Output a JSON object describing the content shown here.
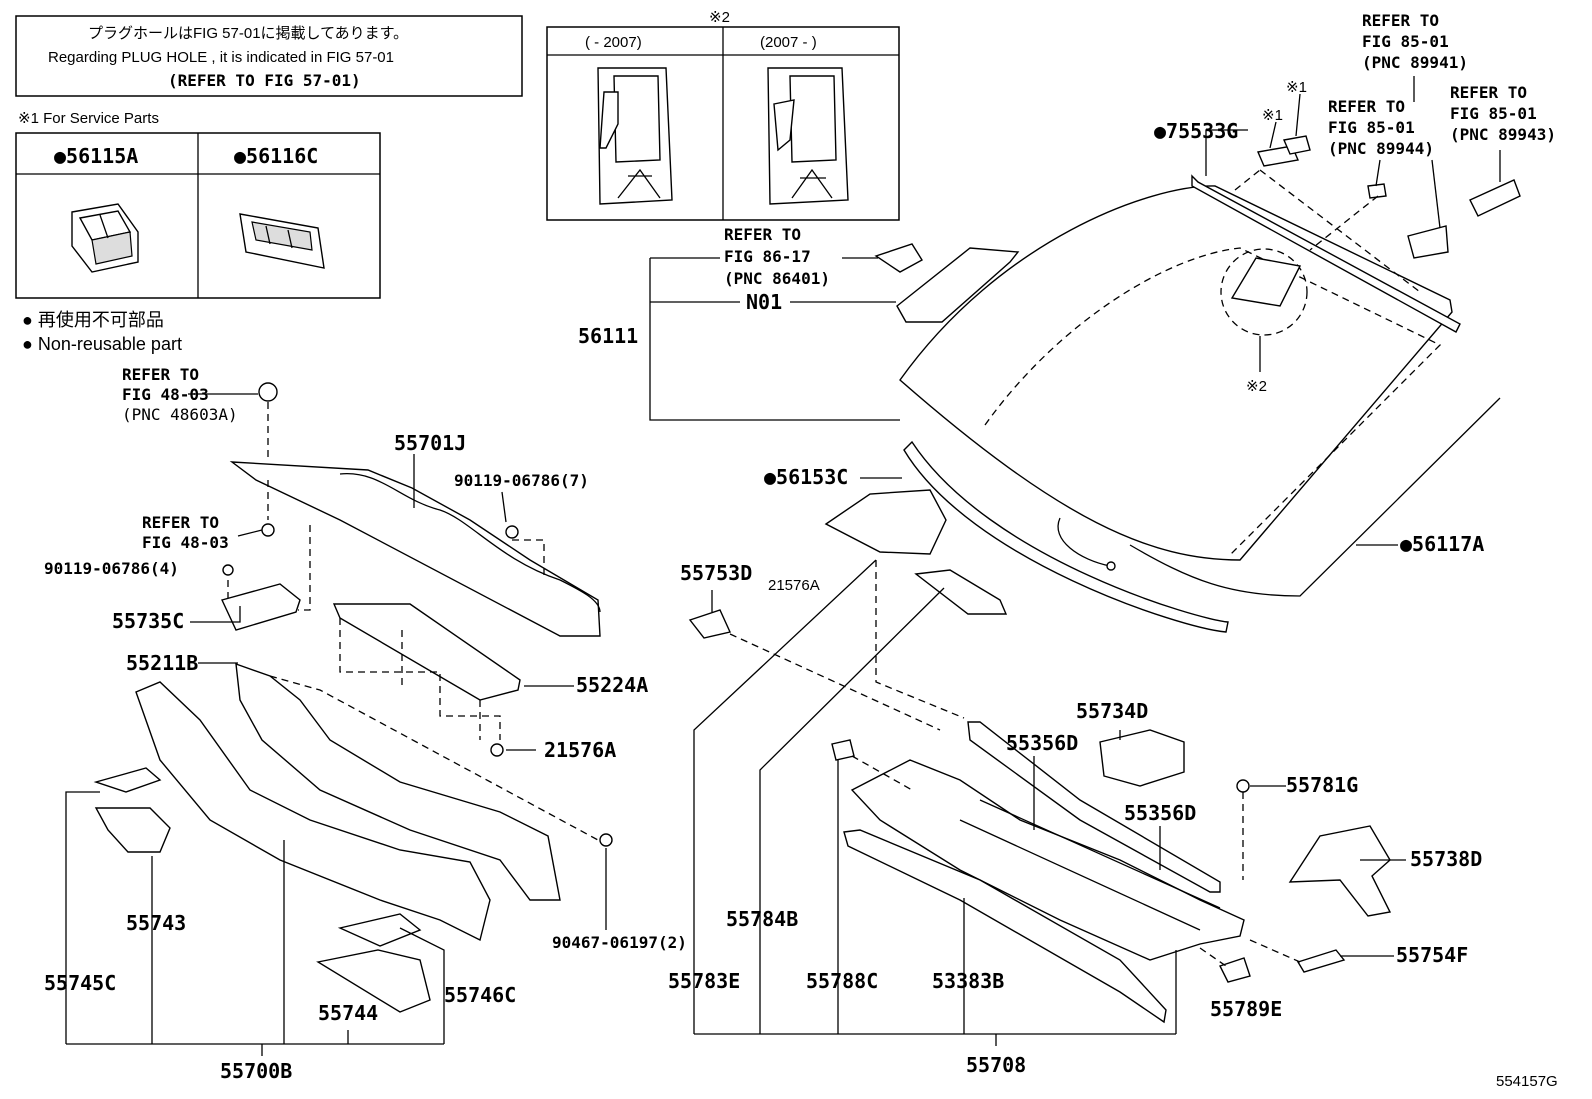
{
  "notice": {
    "line1": "プラグホールはFIG 57-01に掲載してあります。",
    "line2": "Regarding  PLUG  HOLE , it is indicated in FIG  57-01",
    "line3": "(REFER TO FIG 57-01)"
  },
  "service": {
    "title": "※1  For Service Parts",
    "part1": "●56115A",
    "part2": "●56116C"
  },
  "legend": {
    "jp": "● 再使用不可部品",
    "en": "● Non-reusable part"
  },
  "inset": {
    "mark": "※2",
    "col1": "(    - 2007)",
    "col2": "(2007 -     )"
  },
  "refs": {
    "r4803a": [
      "REFER TO",
      "FIG 48-03",
      "(PNC 48603A)"
    ],
    "r4803b": [
      "REFER TO",
      "FIG 48-03"
    ],
    "r8617": [
      "REFER TO",
      "FIG 86-17",
      "(PNC 86401)"
    ],
    "r8501a": [
      "REFER TO",
      "FIG 85-01",
      "(PNC 89941)"
    ],
    "r8501b": [
      "REFER TO",
      "FIG 85-01",
      "(PNC 89944)"
    ],
    "r8501c": [
      "REFER TO",
      "FIG 85-01",
      "(PNC 89943)"
    ]
  },
  "labels": {
    "p55701J": "55701J",
    "p90119_7": "90119-06786(7)",
    "p90119_4": "90119-06786(4)",
    "p55735C": "55735C",
    "p55211B": "55211B",
    "p55224A": "55224A",
    "p21576A_1": "21576A",
    "p21576A_2": "21576A",
    "p55743": "55743",
    "p55745C": "55745C",
    "p55744": "55744",
    "p55746C": "55746C",
    "p55700B": "55700B",
    "p90467": "90467-06197(2)",
    "p56111": "56111",
    "pN01": "N01",
    "p75533G": "●75533G",
    "p56153C": "●56153C",
    "p56117A": "●56117A",
    "p55753D": "55753D",
    "p55734D": "55734D",
    "p55356D_1": "55356D",
    "p55356D_2": "55356D",
    "p55781G": "55781G",
    "p55738D": "55738D",
    "p55784B": "55784B",
    "p55783E": "55783E",
    "p55788C": "55788C",
    "p53383B": "53383B",
    "p55789E": "55789E",
    "p55754F": "55754F",
    "p55708": "55708",
    "mark1a": "※1",
    "mark1b": "※1",
    "mark2": "※2",
    "figno": "554157G"
  }
}
